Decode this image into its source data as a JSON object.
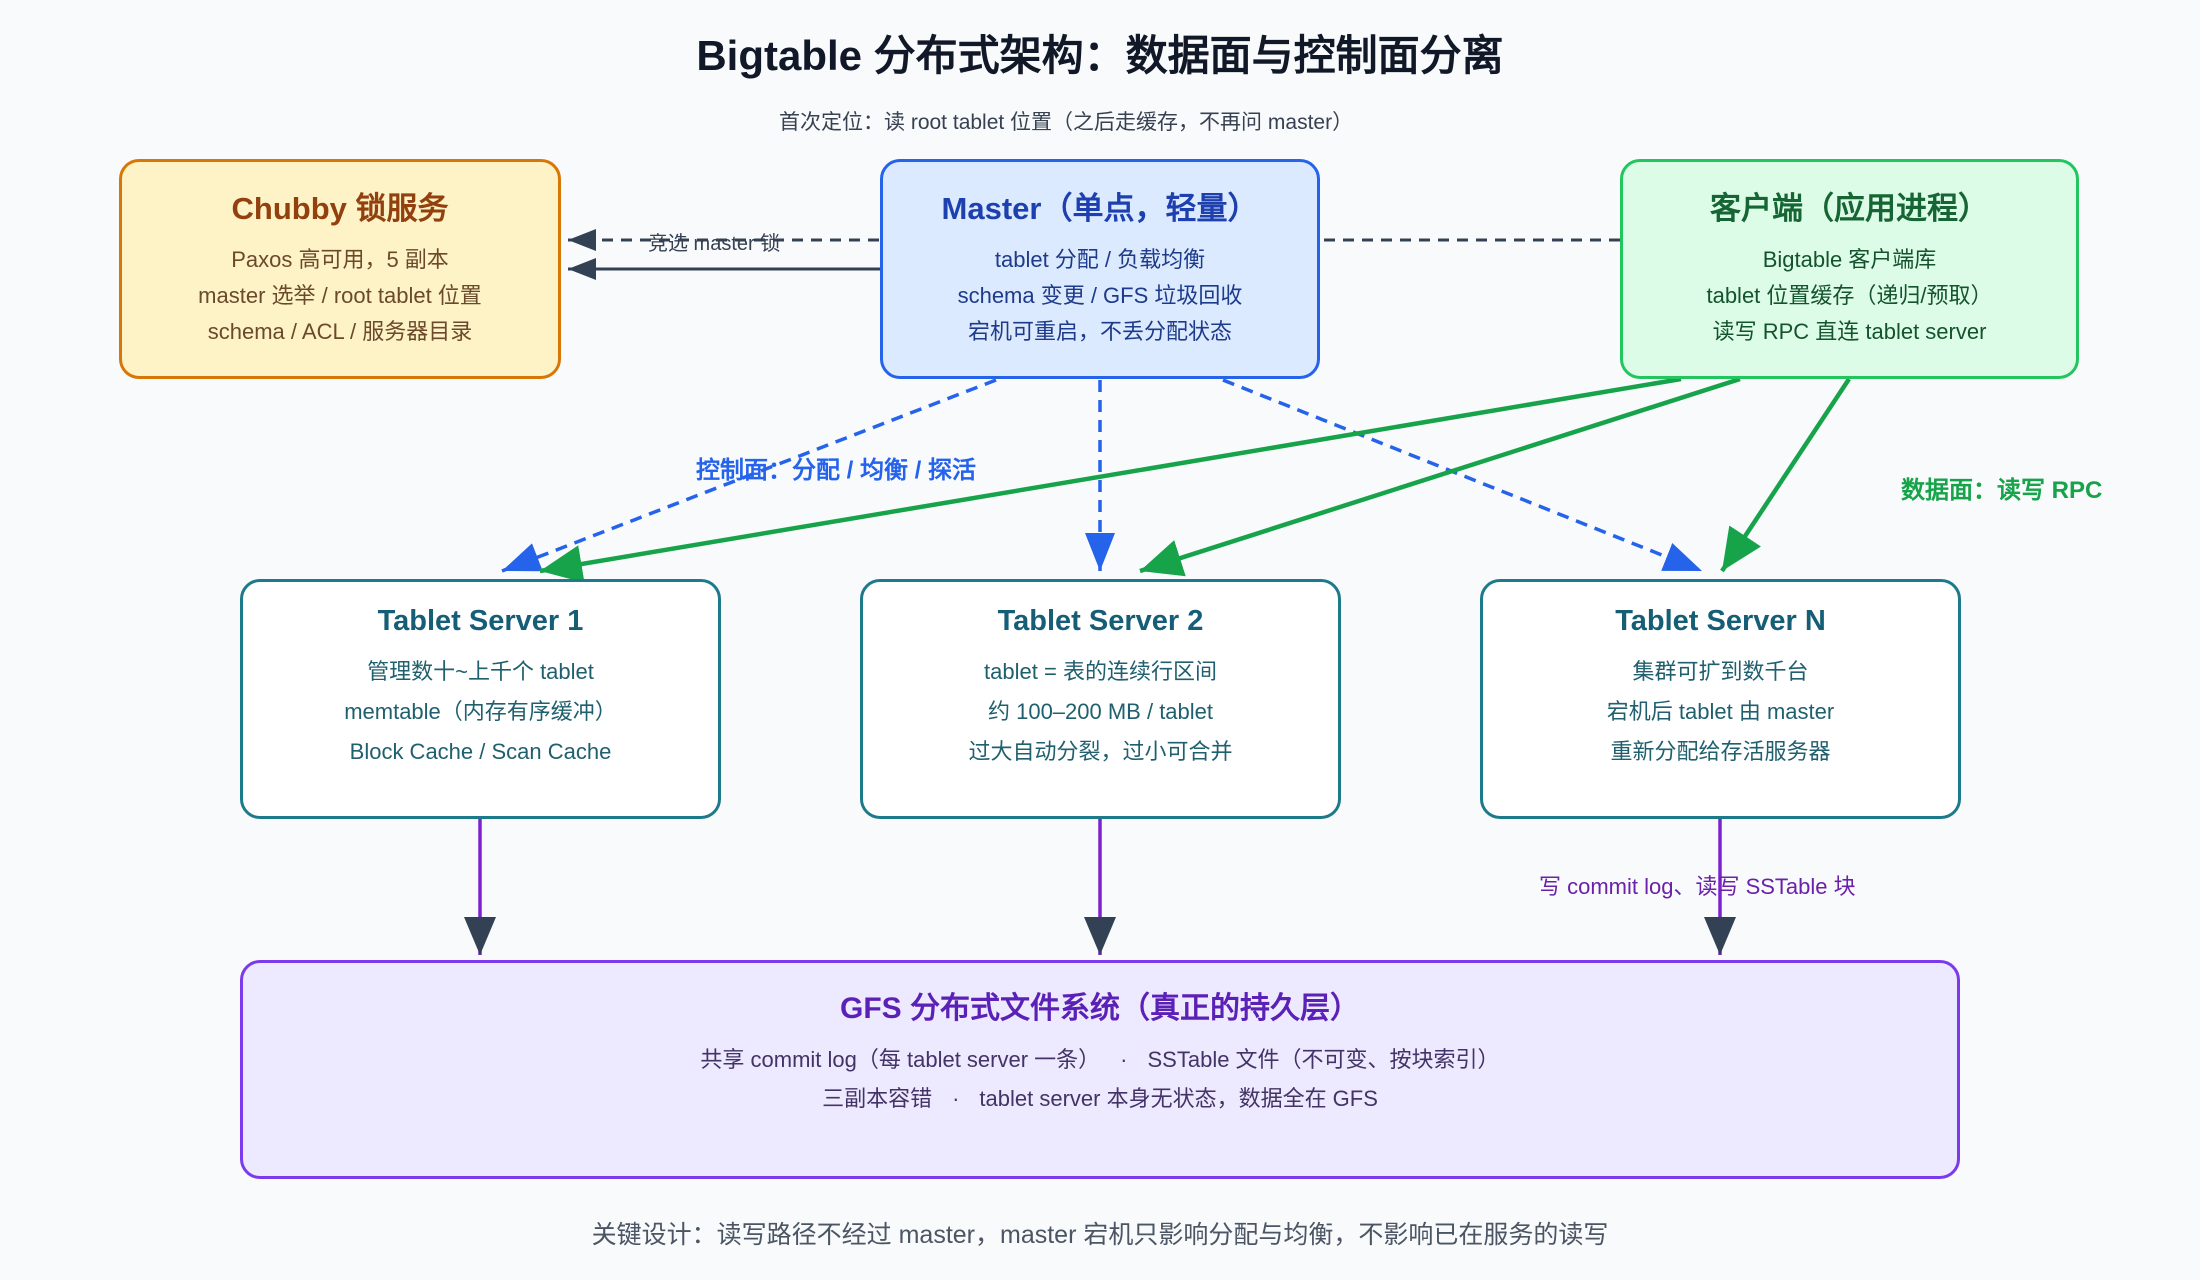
{
  "title": "Bigtable 分布式架构：数据面与控制面分离",
  "nodes": {
    "chubby": {
      "title": "Chubby 锁服务",
      "lines": [
        "Paxos 高可用，5 副本",
        "master 选举 / root tablet 位置",
        "schema / ACL / 服务器目录"
      ]
    },
    "master": {
      "title": "Master（单点，轻量）",
      "lines": [
        "tablet 分配 / 负载均衡",
        "schema 变更 / GFS 垃圾回收",
        "宕机可重启，不丢分配状态"
      ]
    },
    "client": {
      "title": "客户端（应用进程）",
      "lines": [
        "Bigtable 客户端库",
        "tablet 位置缓存（递归/预取）",
        "读写 RPC 直连 tablet server"
      ]
    },
    "tablet_servers": [
      {
        "title": "Tablet Server 1",
        "lines": [
          "管理数十~上千个 tablet",
          "memtable（内存有序缓冲）",
          "Block Cache / Scan Cache"
        ]
      },
      {
        "title": "Tablet Server 2",
        "lines": [
          "tablet = 表的连续行区间",
          "约 100–200 MB / tablet",
          "过大自动分裂，过小可合并"
        ]
      },
      {
        "title": "Tablet Server N",
        "lines": [
          "集群可扩到数千台",
          "宕机后 tablet 由 master",
          "重新分配给存活服务器"
        ]
      }
    ],
    "gfs": {
      "title": "GFS 分布式文件系统（真正的持久层）",
      "separator": "·",
      "lines": [
        [
          "共享 commit log（每 tablet server 一条）",
          "SSTable 文件（不可变、按块索引）"
        ],
        [
          "三副本容错",
          "tablet server 本身无状态，数据全在 GFS"
        ]
      ]
    }
  },
  "edge_labels": {
    "first_lookup": "首次定位：读 root tablet 位置（之后走缓存，不再问 master）",
    "master_lock": "竞选 master 锁",
    "control_plane": "控制面：分配 / 均衡 / 探活",
    "data_plane": "数据面：读写 RPC",
    "storage": "写 commit log、读写 SSTable 块"
  },
  "footer": "关键设计：读写路径不经过 master，master 宕机只影响分配与均衡，不影响已在服务的读写",
  "colors": {
    "background": "#f8fafc",
    "chubby_fill": "#fef3c7",
    "chubby_border": "#d97706",
    "chubby_title": "#92400e",
    "chubby_text": "#6b4a2b",
    "master_fill": "#dbeafe",
    "master_border": "#2563eb",
    "master_title": "#1e40af",
    "master_text": "#1e3a8a",
    "client_fill": "#dcfce7",
    "client_border": "#22c55e",
    "client_title": "#166534",
    "client_text": "#14532d",
    "tablet_fill": "#ffffff",
    "tablet_border": "#1d7a8a",
    "tablet_title": "#155e75",
    "tablet_text": "#1f5f6e",
    "gfs_fill": "#ede9fe",
    "gfs_border": "#7c3aed",
    "gfs_title": "#5b21b6",
    "gfs_text": "#433366",
    "neutral_edge": "#334155",
    "control_plane": "#2563eb",
    "data_plane": "#16a34a",
    "storage_line": "#7e22ce",
    "storage_label": "#6b21a8"
  }
}
